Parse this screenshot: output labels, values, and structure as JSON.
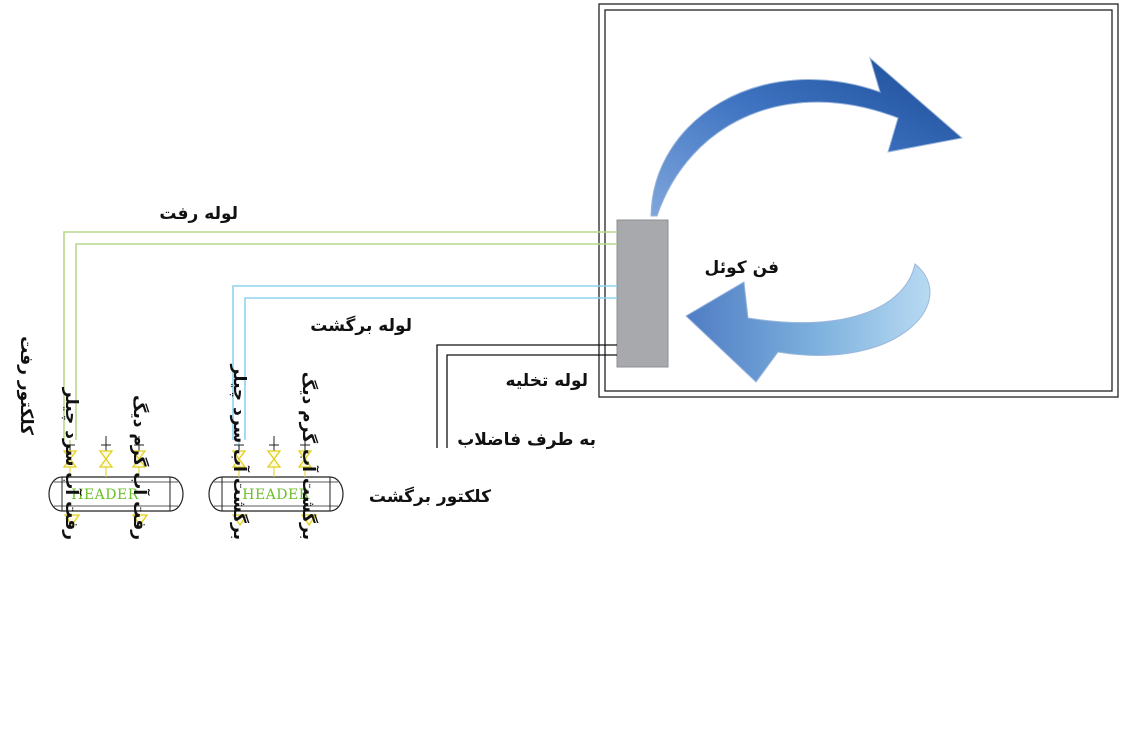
{
  "labels": {
    "supply_pipe": "لوله رفت",
    "return_pipe": "لوله برگشت",
    "fan_coil": "فن کوئل",
    "drain_pipe": "لوله تخلیه",
    "to_sewer": "به طرف فاضلاب",
    "supply_collector": "کلکتور رفت",
    "return_collector": "کلکتور برگشت",
    "header_text": "HEADER",
    "chiller_cold_supply": "رفت آب سرد چیلر",
    "boiler_hot_supply": "رفت آب گرم دیگ",
    "chiller_cold_return": "برگشت آب سرد چیلر",
    "boiler_hot_return": "برگشت آب گرم دیگ"
  },
  "colors": {
    "supply_line": "#b9d98a",
    "return_line": "#8fd3ef",
    "drain_line": "#111111",
    "fan_coil_unit": "#a7a9ac",
    "valve": "#f3ea3a",
    "arrow_dark": "#1f4d96",
    "arrow_light": "#a9cdea",
    "header_text": "#6cbf2a"
  }
}
